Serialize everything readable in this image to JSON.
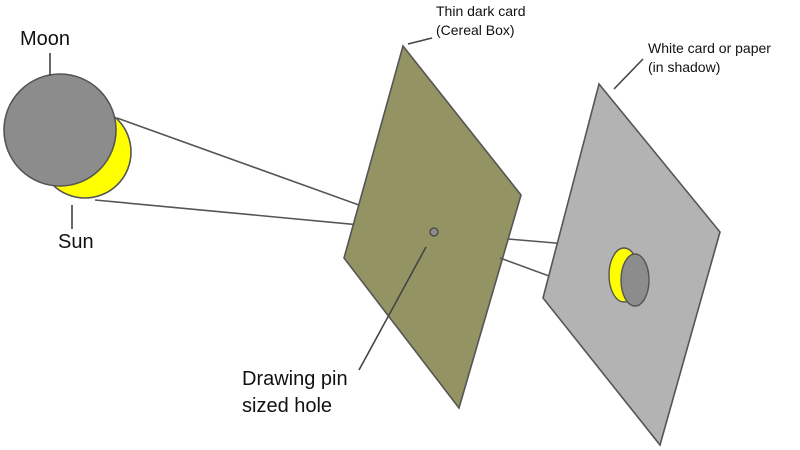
{
  "labels": {
    "moon": "Moon",
    "sun": "Sun",
    "thin_card_line1": "Thin dark card",
    "thin_card_line2": "(Cereal Box)",
    "white_card_line1": "White card or paper",
    "white_card_line2": "(in shadow)",
    "pin_hole_line1": "Drawing pin",
    "pin_hole_line2": "sized hole"
  },
  "colors": {
    "sun": "#FFFF00",
    "moon": "#8C8C8C",
    "dark_card": "#949363",
    "white_card": "#B3B3B3",
    "outline": "#555555"
  }
}
